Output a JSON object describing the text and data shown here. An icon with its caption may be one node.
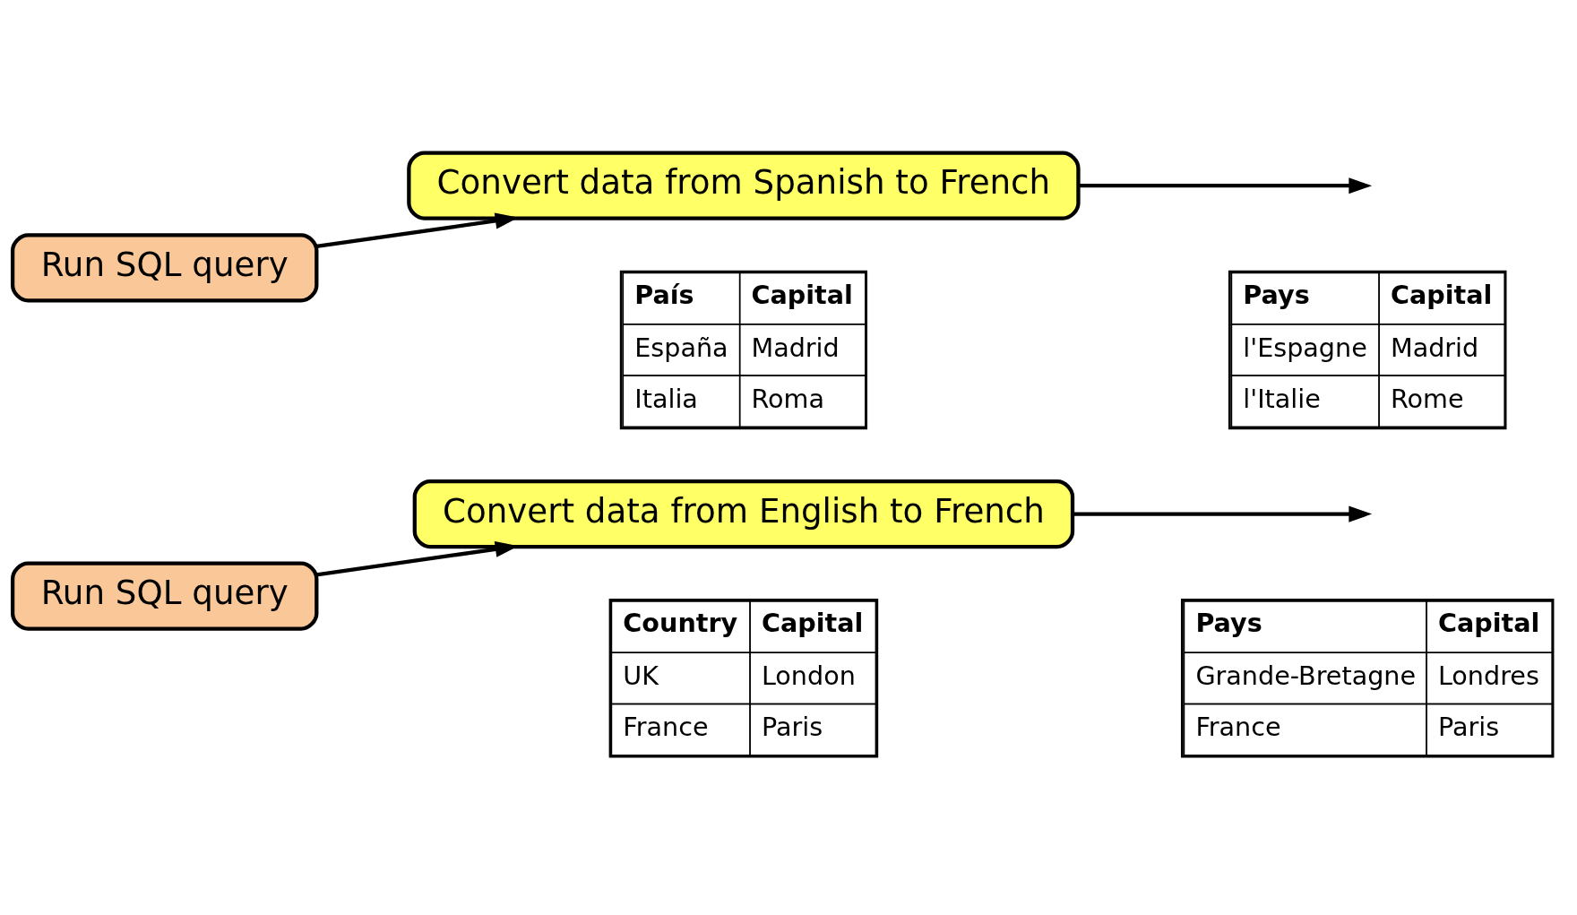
{
  "diagram": {
    "nodes": [
      {
        "text": [
          "Run SQL query"
        ]
      },
      {
        "text": [
          "Convert data from English to French"
        ]
      },
      {
        "text": [
          "Convert data from Spanish to French"
        ]
      },
      {
        "text": [
          "Run SQL query"
        ]
      }
    ],
    "edges": [
      {
        "from": 0,
        "to": 1,
        "arrow": "to"
      },
      {
        "from": 1,
        "to": null,
        "arrow": "to"
      },
      {
        "from": 3,
        "to": 2,
        "arrow": "to"
      },
      {
        "from": 2,
        "to": null,
        "arrow": "to"
      }
    ],
    "labels": [
      "Country",
      "Capital",
      "UK",
      "London",
      "France",
      "Paris",
      "Pays",
      "Capital",
      "Grande-Bretagne",
      "Londres",
      "France",
      "Paris",
      "Pays",
      "Capital",
      "l'Espagne",
      "Madrid",
      "l'Italie",
      "Rome",
      "País",
      "Capital",
      "España",
      "Madrid",
      "Italia",
      "Roma"
    ]
  }
}
